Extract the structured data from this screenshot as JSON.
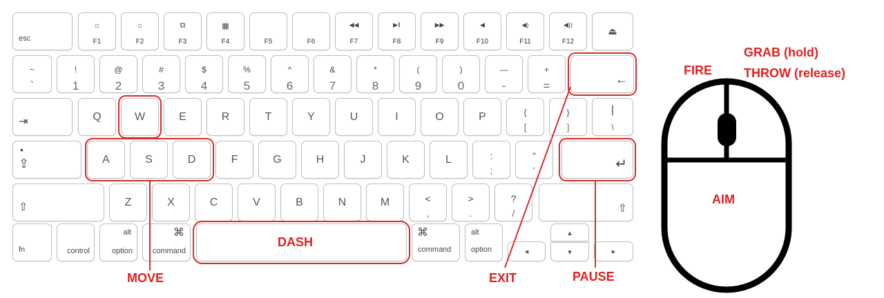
{
  "keys": {
    "esc": "esc",
    "f1": "F1",
    "f2": "F2",
    "f3": "F3",
    "f4": "F4",
    "f5": "F5",
    "f6": "F6",
    "f7": "F7",
    "f8": "F8",
    "f9": "F9",
    "f10": "F10",
    "f11": "F11",
    "f12": "F12",
    "f1_icon": "☼",
    "f2_icon": "☼",
    "f3_icon": "⧉",
    "f4_icon": "▦",
    "f7_icon": "◀◀",
    "f8_icon": "▶ǁ",
    "f9_icon": "▶▶",
    "f10_icon": "◀",
    "f11_icon": "◀)",
    "f12_icon": "◀))",
    "eject": "⏏",
    "num_row": [
      {
        "top": "~",
        "bot": "`"
      },
      {
        "top": "!",
        "bot": "1"
      },
      {
        "top": "@",
        "bot": "2"
      },
      {
        "top": "#",
        "bot": "3"
      },
      {
        "top": "$",
        "bot": "4"
      },
      {
        "top": "%",
        "bot": "5"
      },
      {
        "top": "^",
        "bot": "6"
      },
      {
        "top": "&",
        "bot": "7"
      },
      {
        "top": "*",
        "bot": "8"
      },
      {
        "top": "(",
        "bot": "9"
      },
      {
        "top": ")",
        "bot": "0"
      },
      {
        "top": "—",
        "bot": "-"
      },
      {
        "top": "+",
        "bot": "="
      }
    ],
    "backspace": "←",
    "tab": "⇥",
    "q_row": [
      "Q",
      "W",
      "E",
      "R",
      "T",
      "Y",
      "U",
      "I",
      "O",
      "P"
    ],
    "bracket_open": {
      "top": "{",
      "bot": "["
    },
    "bracket_close": {
      "top": "}",
      "bot": "]"
    },
    "pipe": {
      "top": "|",
      "bot": "\\"
    },
    "caps_dot": "•",
    "caps": "⇪",
    "a_row": [
      "A",
      "S",
      "D",
      "F",
      "G",
      "H",
      "J",
      "K",
      "L"
    ],
    "semicolon": {
      "top": ":",
      "bot": ";"
    },
    "quote": {
      "top": "\"",
      "bot": "'"
    },
    "enter": "↵",
    "shift": "⇧",
    "z_row": [
      "Z",
      "X",
      "C",
      "V",
      "B",
      "N",
      "M"
    ],
    "comma": {
      "top": "<",
      "bot": ","
    },
    "period": {
      "top": ">",
      "bot": "."
    },
    "slash": {
      "top": "?",
      "bot": "/"
    },
    "fn": "fn",
    "control": "control",
    "alt": "alt",
    "option": "option",
    "cmd": "⌘",
    "command": "command",
    "left": "◂",
    "up": "▴",
    "down": "▾",
    "right": "▸"
  },
  "labels": {
    "dash": "DASH",
    "move": "MOVE",
    "exit": "EXIT",
    "pause": "PAUSE",
    "fire": "FIRE",
    "grab": "GRAB (hold)",
    "throw": "THROW (release)",
    "aim": "AIM"
  },
  "colors": {
    "highlight": "#d62a2a",
    "label": "#e02020",
    "mouse": "#000000"
  }
}
